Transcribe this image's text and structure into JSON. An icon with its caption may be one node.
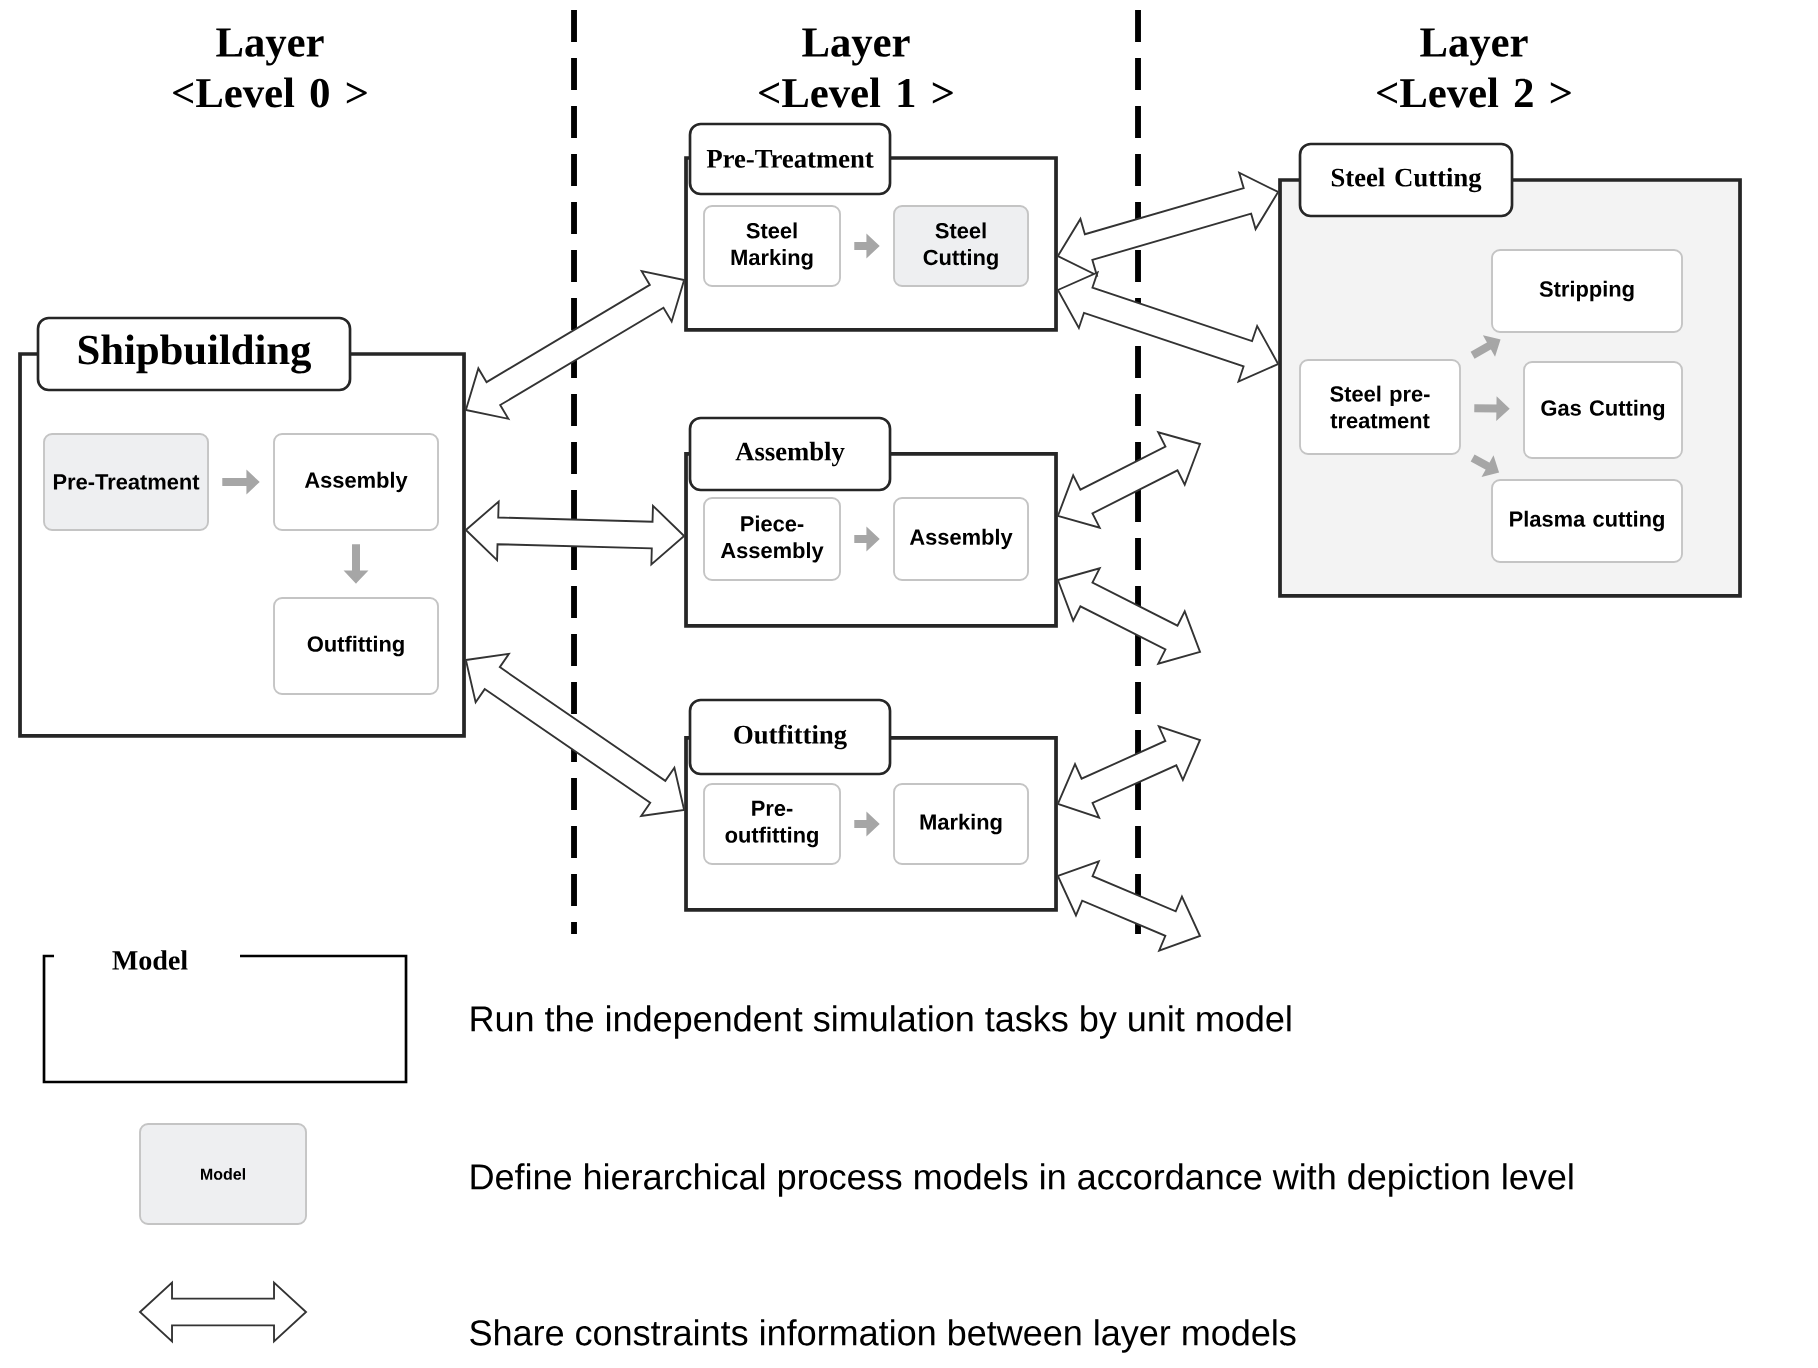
{
  "diagram": {
    "nodes": [
      {
        "text": [
          "Shipbuilding"
        ]
      },
      {
        "text": [
          "Pre-Treatment"
        ],
        "in": 0
      },
      {
        "text": [
          "Assembly"
        ],
        "in": 0
      },
      {
        "text": [
          "Outfitting"
        ],
        "in": 0
      },
      {
        "text": [
          "Pre-Treatment"
        ]
      },
      {
        "text": [
          "Steel Marking"
        ],
        "in": 4
      },
      {
        "text": [
          "Steel Cutting"
        ],
        "in": 4
      },
      {
        "text": [
          "Assembly"
        ]
      },
      {
        "text": [
          "Piece-Assembly"
        ],
        "in": 7
      },
      {
        "text": [
          "Assembly"
        ],
        "in": 7
      },
      {
        "text": [
          "Outfitting"
        ]
      },
      {
        "text": [
          "Pre-outfitting"
        ],
        "in": 10
      },
      {
        "text": [
          "Marking"
        ],
        "in": 10
      },
      {
        "text": [
          "Steel Cutting"
        ]
      },
      {
        "text": [
          "Stripping"
        ],
        "in": 13
      },
      {
        "text": [
          "Steel pre-treatment"
        ],
        "in": 13
      },
      {
        "text": [
          "Gas Cutting"
        ],
        "in": 13
      },
      {
        "text": [
          "Plasma cutting"
        ],
        "in": 13
      }
    ],
    "edges": [
      {
        "from": 1,
        "to": 2,
        "arrow": "to",
        "color": "#a6a6a6"
      },
      {
        "from": 2,
        "to": 3,
        "arrow": "to",
        "color": "#a6a6a6"
      },
      {
        "from": 5,
        "to": 6,
        "arrow": "to",
        "color": "#a6a6a6"
      },
      {
        "from": 8,
        "to": 9,
        "arrow": "to",
        "color": "#a6a6a6"
      },
      {
        "from": 11,
        "to": 12,
        "arrow": "to",
        "color": "#a6a6a6"
      },
      {
        "from": 15,
        "to": 14,
        "arrow": "to",
        "color": "#a6a6a6"
      },
      {
        "from": 15,
        "to": 16,
        "arrow": "to",
        "color": "#a6a6a6"
      },
      {
        "from": 15,
        "to": 17,
        "arrow": "to",
        "color": "#a6a6a6"
      },
      {
        "from": 0,
        "to": 4,
        "arrow": "both",
        "style": "thick"
      },
      {
        "from": 0,
        "to": 7,
        "arrow": "both",
        "style": "thick"
      },
      {
        "from": 0,
        "to": 10,
        "arrow": "both",
        "style": "thick"
      },
      {
        "from": 4,
        "to": 13,
        "arrow": "both",
        "style": "thick"
      },
      {
        "from": 4,
        "to": 13,
        "arrow": "both",
        "style": "thick"
      },
      {
        "from": 7,
        "to": null,
        "arrow": "both",
        "style": "thick"
      },
      {
        "from": 7,
        "to": null,
        "arrow": "both",
        "style": "thick"
      },
      {
        "from": 10,
        "to": null,
        "arrow": "both",
        "style": "thick"
      },
      {
        "from": 10,
        "to": null,
        "arrow": "both",
        "style": "thick"
      }
    ],
    "labels": [
      "Layer <Level 0 >",
      "Layer <Level 1 >",
      "Layer <Level 2 >",
      "Model",
      "Model"
    ],
    "legend": [
      {
        "text": "Run the independent simulation tasks by unit model"
      },
      {
        "text": "Define hierarchical process models in accordance with depiction level"
      },
      {
        "text": "Share constraints information between layer models"
      }
    ]
  }
}
